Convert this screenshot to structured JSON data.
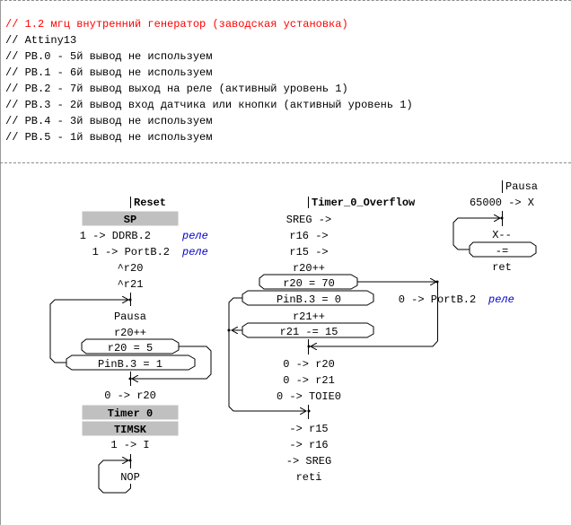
{
  "header_comments": [
    {
      "text": "// 1.2 мгц внутренний генератор (заводская установка)",
      "color": "#ff0000"
    },
    {
      "text": "// Attiny13",
      "color": "#000000"
    },
    {
      "text": "// PB.0 - 5й вывод не используем",
      "color": "#000000"
    },
    {
      "text": "// PB.1 - 6й вывод не используем",
      "color": "#000000"
    },
    {
      "text": "// PB.2 - 7й вывод выход на реле (активный уровень 1)",
      "color": "#000000"
    },
    {
      "text": "// PB.3 - 2й вывод вход датчика или кнопки (активный уровень 1)",
      "color": "#000000"
    },
    {
      "text": "// PB.4 - 3й вывод не используем",
      "color": "#000000"
    },
    {
      "text": "// PB.5 - 1й вывод не используем",
      "color": "#000000"
    }
  ],
  "reset": {
    "title": "Reset",
    "sp_block": "SP",
    "ddrb": "1 -> DDRB.2",
    "ddrb_note": "реле",
    "portb": "1 -> PortB.2",
    "portb_note": "реле",
    "clr_r20": "^r20",
    "clr_r21": "^r21",
    "pausa_call": "Pausa",
    "inc_r20": "r20++",
    "cond_r20": "r20 = 5",
    "cond_pin": "PinB.3 = 1",
    "zero_r20": "0 -> r20",
    "timer_block": "Timer 0",
    "timsk_block": "TIMSK",
    "set_i": "1 -> I",
    "nop": "NOP"
  },
  "timer_overflow": {
    "title": "Timer_0_Overflow",
    "push_sreg": "SREG ->",
    "push_r16": "r16 ->",
    "push_r15": "r15 ->",
    "inc_r20": "r20++",
    "cond_r20": "r20 = 70",
    "cond_pin": "PinB.3 = 0",
    "inc_r21": "r21++",
    "cond_r21": "r21 -= 15",
    "portb_off": "0 -> PortB.2",
    "portb_off_note": "реле",
    "zero_r20": "0 -> r20",
    "zero_r21": "0 -> r21",
    "zero_toie": "0 -> TOIE0",
    "pop_r15": "-> r15",
    "pop_r16": "-> r16",
    "pop_sreg": "-> SREG",
    "reti": "reti"
  },
  "pausa": {
    "title": "Pausa",
    "load_x": "65000 -> X",
    "dec_x": "X--",
    "cond": "-=",
    "ret": "ret"
  },
  "colors": {
    "comment_red": "#ff0000",
    "note_blue": "#0000cc",
    "block_grey": "#c0c0c0",
    "separator": "#8a8a8a"
  }
}
